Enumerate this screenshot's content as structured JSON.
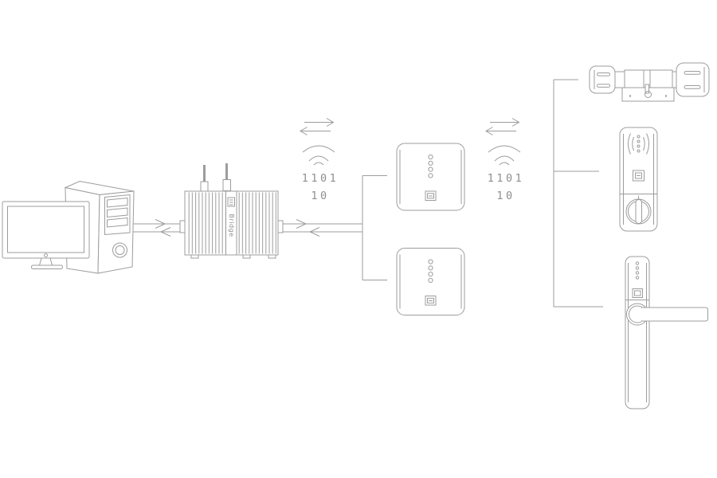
{
  "colors": {
    "background": "#ffffff",
    "line": "#9c9c9c",
    "text": "#8f8f8f"
  },
  "diagram": {
    "bridge": {
      "label": "Bridge"
    },
    "wireless_links": [
      {
        "binary_top": "1101",
        "binary_bottom": "10"
      },
      {
        "binary_top": "1101",
        "binary_bottom": "10"
      }
    ],
    "devices": [
      "desktop-computer",
      "bridge-gateway",
      "repeater-1",
      "repeater-2",
      "euro-cylinder-lock",
      "reader-cylinder-lock",
      "handle-door-lock"
    ],
    "icons": {
      "wifi": "wifi-signal-icon",
      "arrows": "bidirectional-arrows-icon",
      "rfid": "rfid-reader-icon"
    }
  }
}
